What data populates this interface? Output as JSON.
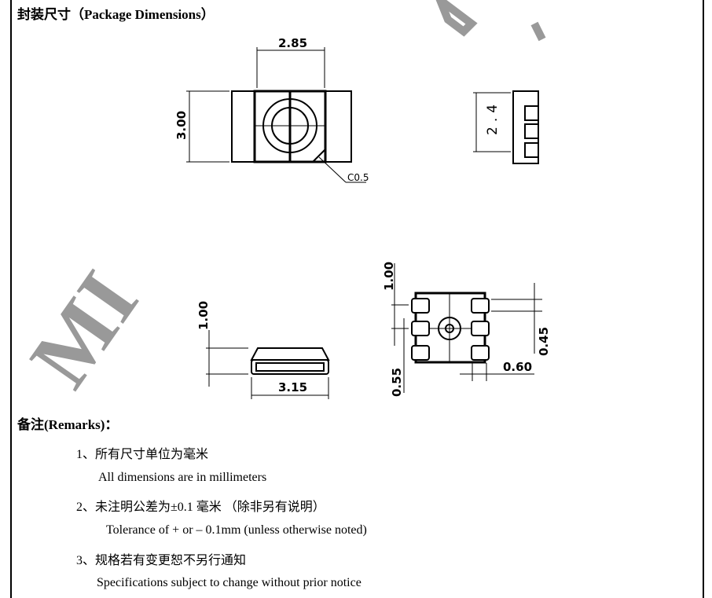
{
  "section_title": "封装尺寸（Package Dimensions）",
  "watermark": "MI",
  "drawings": {
    "top_view": {
      "width": "2.85",
      "height": "3.00",
      "chamfer": "C0.5"
    },
    "side_view": {
      "height": "2.4"
    },
    "front_view": {
      "height": "1.00",
      "width": "3.15"
    },
    "bottom_view": {
      "pad_pitch": "1.00",
      "pad_width": "0.45",
      "pad_gap": "0.55",
      "pad_length": "0.60"
    }
  },
  "remarks": {
    "heading": "备注(Remarks)：",
    "items": [
      {
        "cn": "1、所有尺寸单位为毫米",
        "en": "All dimensions are in millimeters"
      },
      {
        "cn": "2、未注明公差为±0.1 毫米  （除非另有说明）",
        "en": "Tolerance of + or – 0.1mm (unless otherwise noted)"
      },
      {
        "cn": "3、规格若有变更恕不另行通知",
        "en": "Specifications subject to change without prior notice"
      }
    ]
  }
}
